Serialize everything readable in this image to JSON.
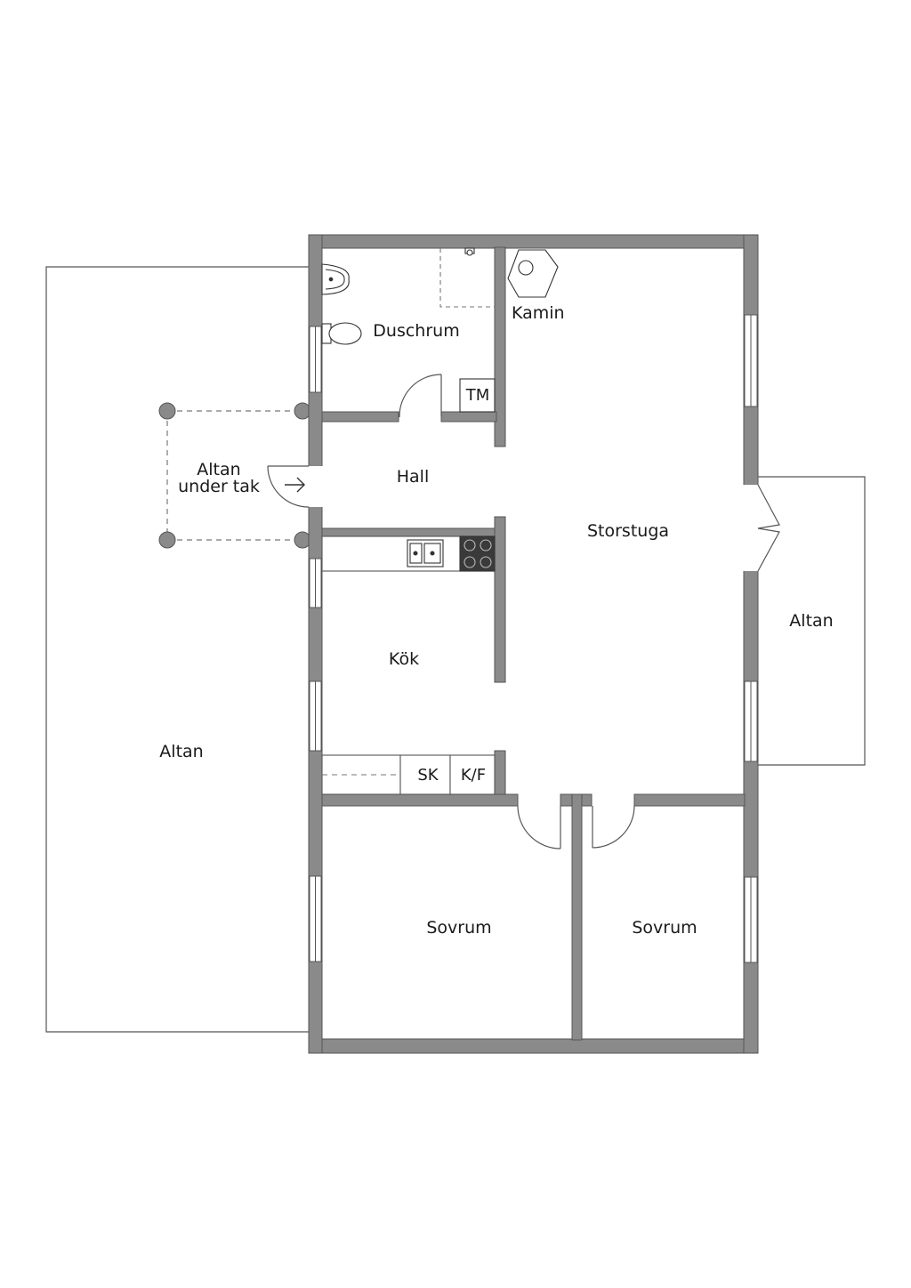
{
  "colors": {
    "wall": "#8a8a8a",
    "line": "#555555",
    "fixture": "#333333",
    "stove": "#3a3a3a",
    "window": "#bbbbbb",
    "background": "#ffffff"
  },
  "rooms": {
    "duschrum": "Duschrum",
    "kamin": "Kamin",
    "tm": "TM",
    "hall": "Hall",
    "altan_under_tak": "Altan\nunder tak",
    "storstuga": "Storstuga",
    "kok": "Kök",
    "altan_left": "Altan",
    "altan_right": "Altan",
    "sk": "SK",
    "kf": "K/F",
    "sovrum_left": "Sovrum",
    "sovrum_right": "Sovrum"
  },
  "icons": {
    "fireplace": "fireplace-icon",
    "sink": "washbasin-icon",
    "toilet": "toilet-icon",
    "kitchen_sink": "kitchen-sink-icon",
    "stove": "stove-icon",
    "entry_arrow": "entry-arrow-icon"
  }
}
